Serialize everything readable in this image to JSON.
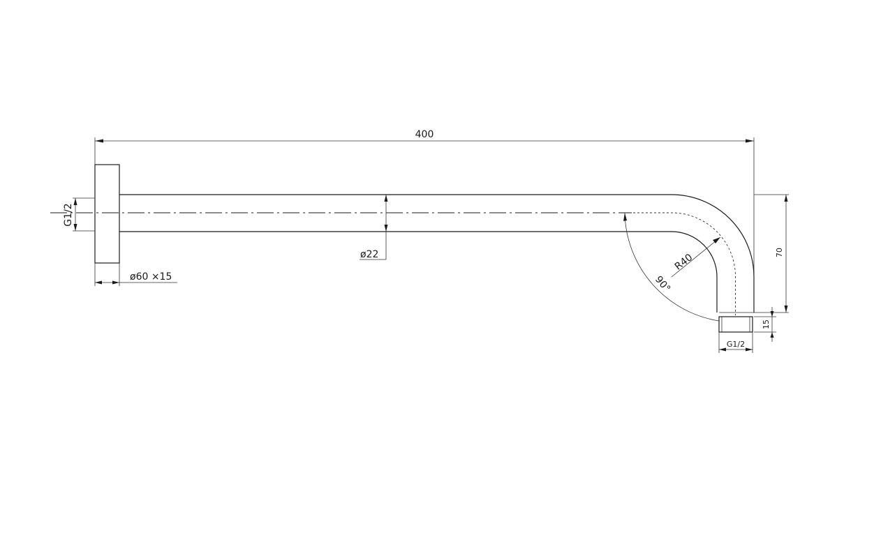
{
  "dimensions": {
    "overall_length": "400",
    "inlet_thread": "G1/2",
    "pipe_diameter": "ø22",
    "flange": "ø60 ×15",
    "bend_radius": "R40",
    "bend_angle": "90°",
    "drop_height": "70",
    "outlet_length": "15",
    "outlet_thread": "G1/2"
  }
}
